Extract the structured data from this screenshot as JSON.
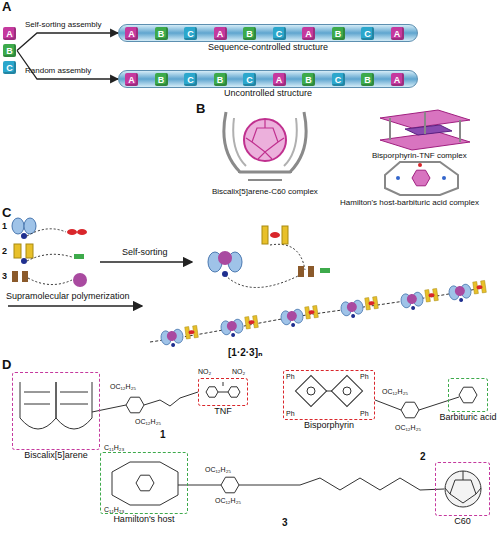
{
  "diagram": {
    "nodes": [
      {
        "text": [
          "A"
        ]
      },
      {
        "text": [
          "B"
        ]
      },
      {
        "text": [
          "C"
        ]
      },
      {
        "text": [
          "Sequence-controlled structure"
        ]
      },
      {
        "text": [
          "A"
        ],
        "in": 3
      },
      {
        "text": [
          "B"
        ],
        "in": 3
      },
      {
        "text": [
          "C"
        ],
        "in": 3
      },
      {
        "text": [
          "A"
        ],
        "in": 3
      },
      {
        "text": [
          "B"
        ],
        "in": 3
      },
      {
        "text": [
          "C"
        ],
        "in": 3
      },
      {
        "text": [
          "A"
        ],
        "in": 3
      },
      {
        "text": [
          "B"
        ],
        "in": 3
      },
      {
        "text": [
          "C"
        ],
        "in": 3
      },
      {
        "text": [
          "A"
        ],
        "in": 3
      },
      {
        "text": [
          "Uncontrolled structure"
        ]
      },
      {
        "text": [
          "A"
        ],
        "in": 14
      },
      {
        "text": [
          "B"
        ],
        "in": 14
      },
      {
        "text": [
          "C"
        ],
        "in": 14
      },
      {
        "text": [
          "B"
        ],
        "in": 14
      },
      {
        "text": [
          "C"
        ],
        "in": 14
      },
      {
        "text": [
          "A"
        ],
        "in": 14
      },
      {
        "text": [
          "B"
        ],
        "in": 14
      },
      {
        "text": [
          "C"
        ],
        "in": 14
      },
      {
        "text": [
          "B"
        ],
        "in": 14
      },
      {
        "text": [
          "A"
        ],
        "in": 14
      },
      {
        "text": [
          "Biscalix[5]arene"
        ]
      },
      {
        "text": [
          "TNF"
        ]
      },
      {
        "text": [
          "Bisporphyrin"
        ]
      },
      {
        "text": [
          "Barbituric acid"
        ]
      },
      {
        "text": [
          "Hamilton's host"
        ]
      },
      {
        "text": [
          "C60"
        ]
      }
    ],
    "edges": [
      {
        "from": 1,
        "to": 3,
        "arrow": "to",
        "label": "Self-sorting assembly"
      },
      {
        "from": 1,
        "to": 14,
        "arrow": "to",
        "label": "Random assembly"
      }
    ],
    "labels": [
      "A",
      "B",
      "Biscalix[5]arene-C60 complex",
      "Bisporphyrin-TNF complex",
      "Hamilton's host-barbituric acid complex",
      "C",
      "1",
      "2",
      "3",
      "Self-sorting",
      "Supramolecular polymerization",
      "[1·2·3]ₙ",
      "D",
      "1",
      "2",
      "3",
      "OC₁₂H₂₅",
      "OC₁₂H₂₅",
      "NO₂",
      "NO₂",
      "Ph",
      "Ph",
      "Ph",
      "Ph",
      "OC₁₂H₂₅",
      "OC₁₂H₂₅",
      "C₁₁H₂₃",
      "C₁₁H₂₃",
      "OC₁₂H₂₅",
      "OC₁₂H₂₅"
    ]
  }
}
